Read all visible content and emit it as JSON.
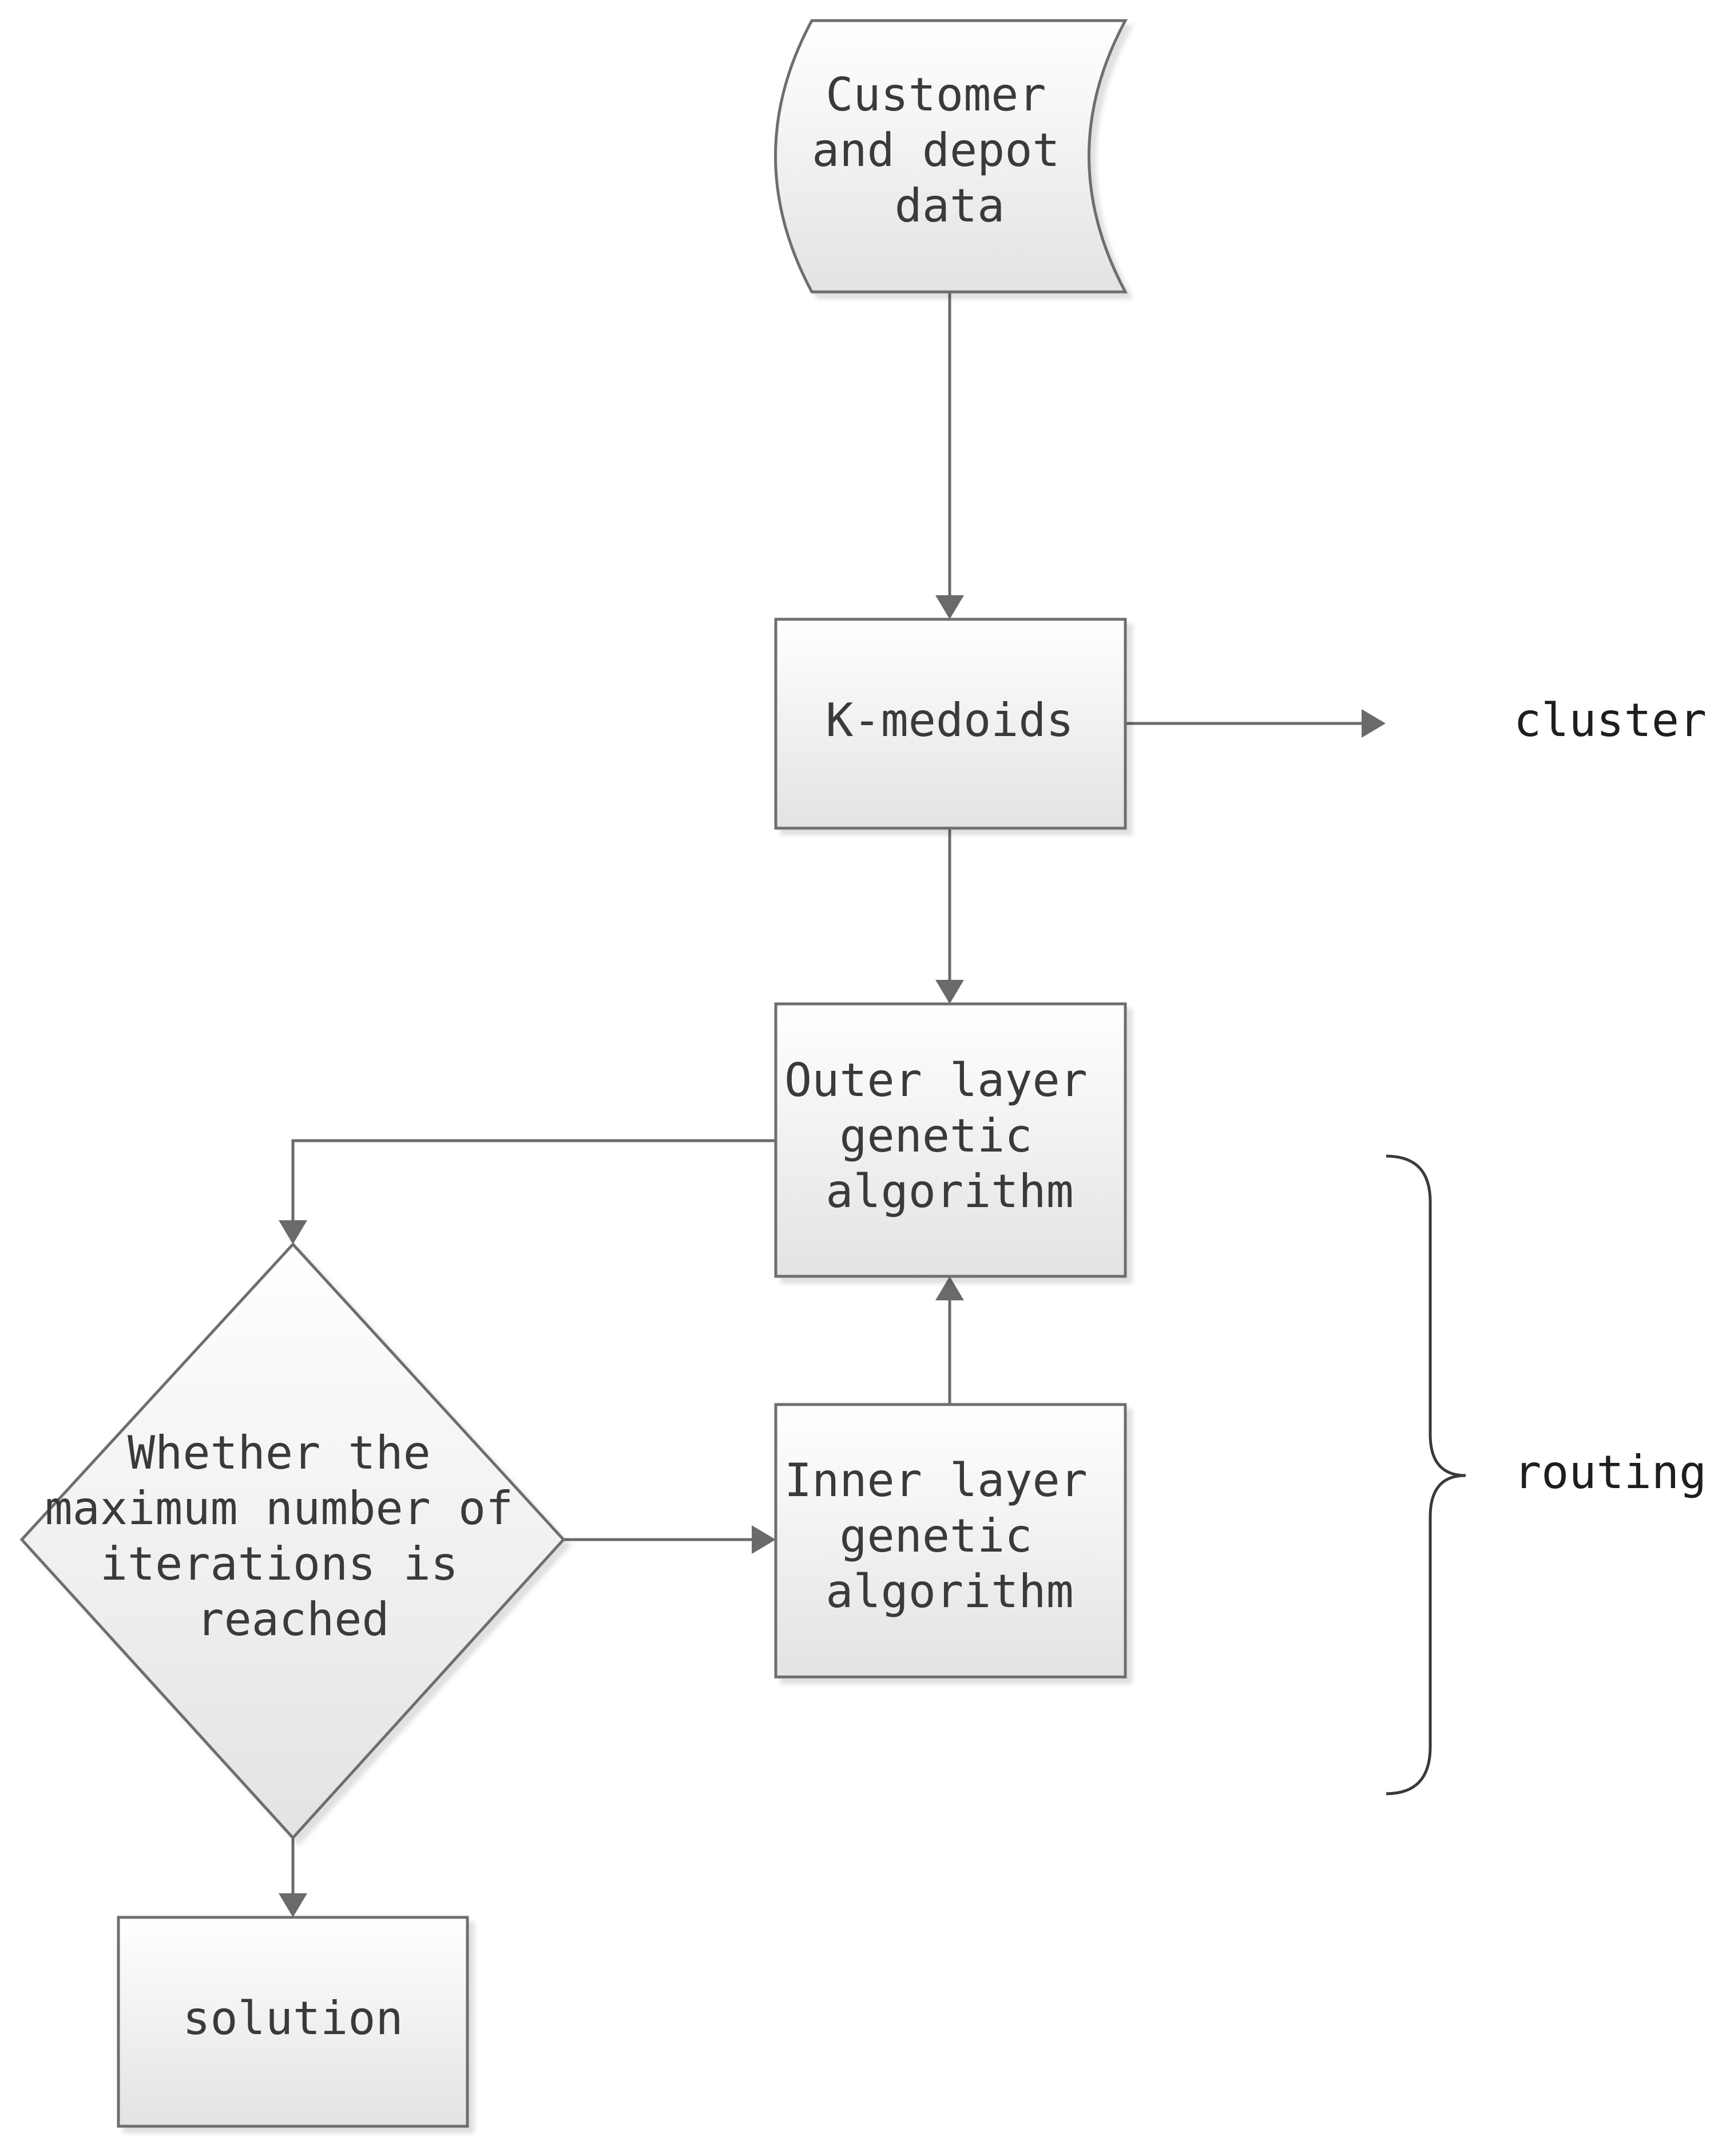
{
  "nodes": {
    "data_input": {
      "lines": [
        "Customer",
        "and depot",
        "data"
      ]
    },
    "kmedoids": {
      "lines": [
        "K-medoids"
      ]
    },
    "outer_ga": {
      "lines": [
        "Outer layer",
        "genetic",
        "algorithm"
      ]
    },
    "inner_ga": {
      "lines": [
        "Inner layer",
        "genetic",
        "algorithm"
      ]
    },
    "decision": {
      "lines": [
        "Whether the",
        "maximum number of",
        "iterations is",
        "reached"
      ]
    },
    "solution": {
      "lines": [
        "solution"
      ]
    }
  },
  "labels": {
    "cluster": "cluster",
    "routing": "routing"
  },
  "colors": {
    "fill_top": "#ffffff",
    "fill_bottom": "#e3e3e3",
    "stroke": "#6e6e6e",
    "text": "#3a3a3a"
  }
}
